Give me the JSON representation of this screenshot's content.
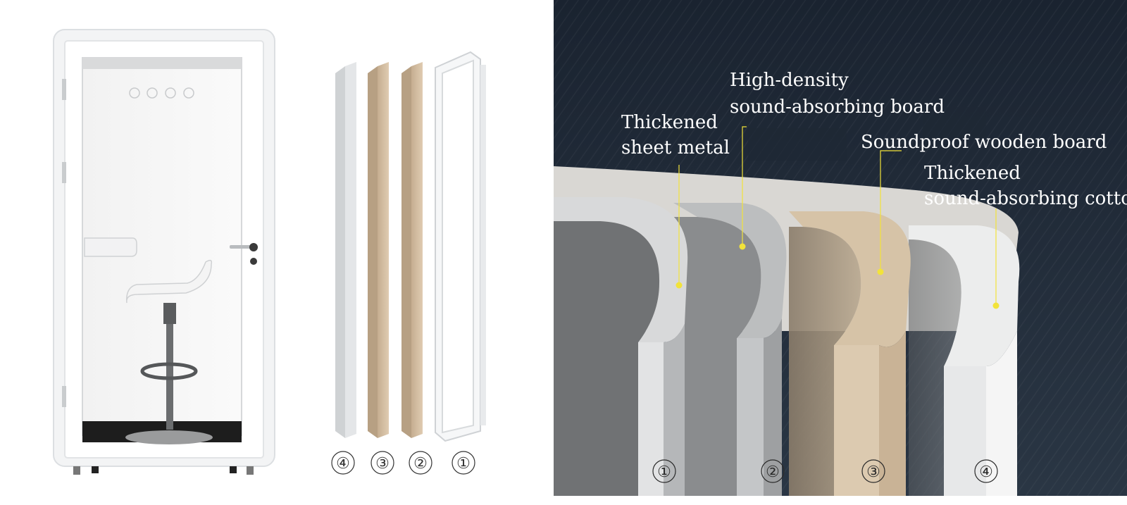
{
  "layer_labels": {
    "thickened_sheet_metal": [
      "Thickened",
      "sheet metal"
    ],
    "high_density_board": [
      "High-density",
      "sound-absorbing board"
    ],
    "soundproof_wooden_board": [
      "Soundproof wooden board"
    ],
    "sound_absorbing_cotton": [
      "Thickened",
      "sound-absorbing cotton"
    ]
  },
  "exploded_numbers": [
    "④",
    "③",
    "②",
    "①"
  ],
  "section_numbers": [
    "①",
    "②",
    "③",
    "④"
  ],
  "colors": {
    "background_dark": "#1c2633",
    "accent_yellow": "#f2e33a",
    "booth_white": "#f4f5f6",
    "wood": "#cdb79c",
    "felt": "#d4d6d8"
  }
}
